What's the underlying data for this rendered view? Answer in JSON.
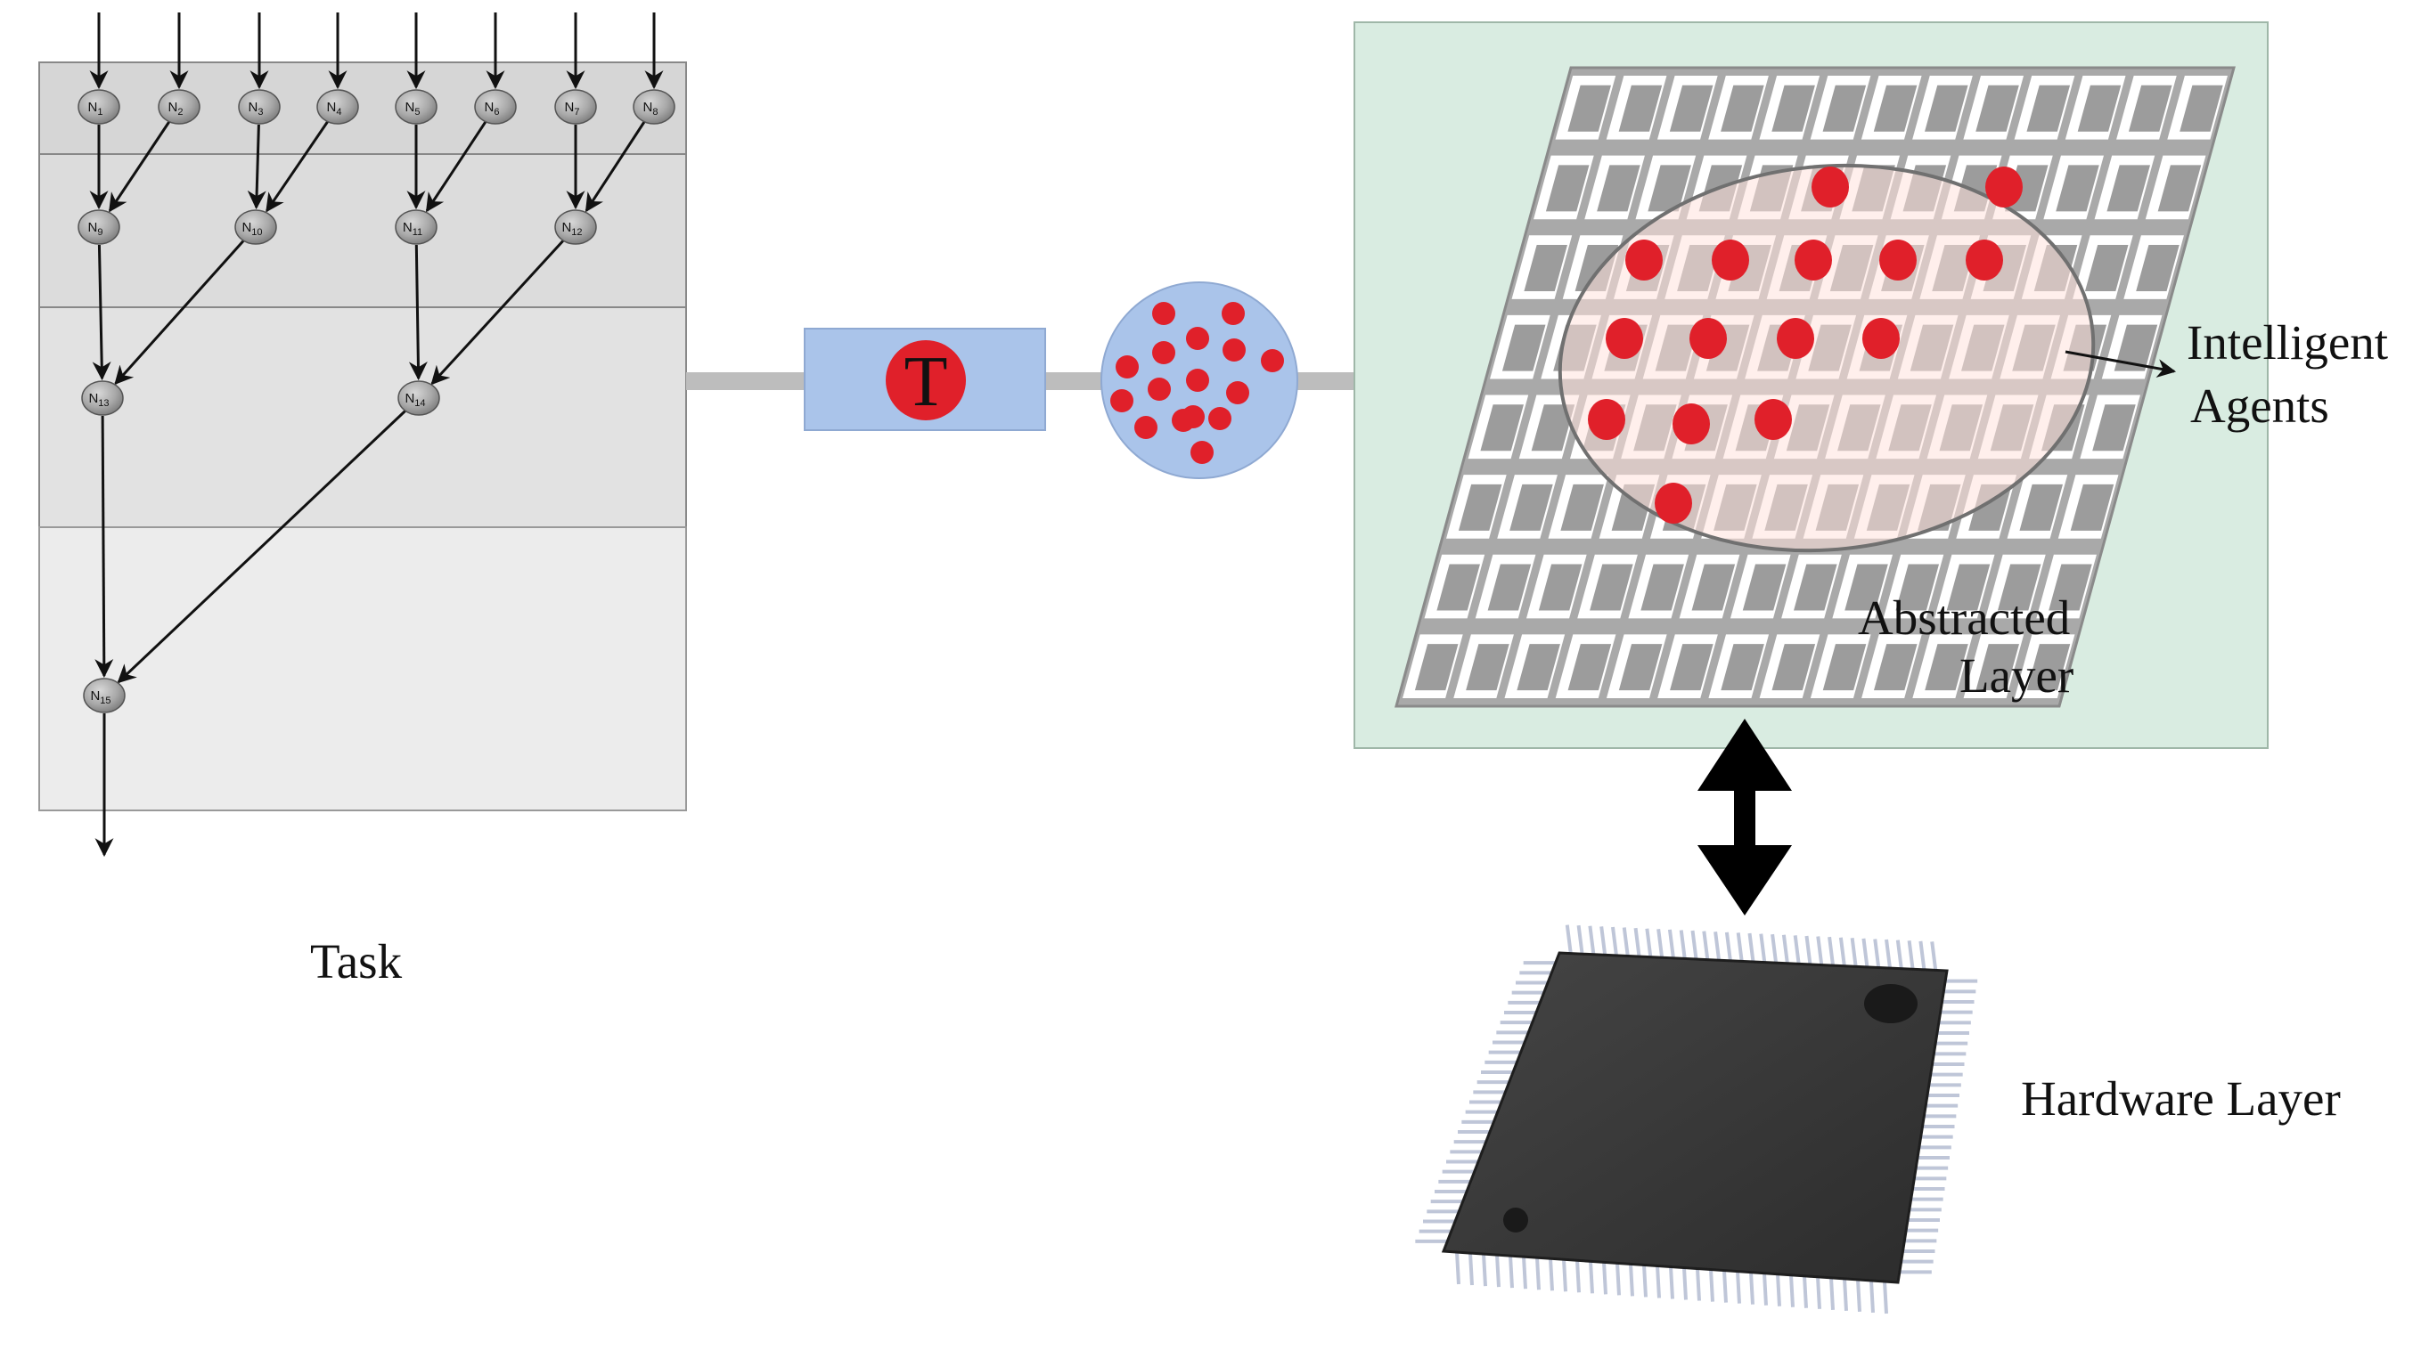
{
  "task_graph": {
    "nodes": [
      {
        "id": "N1",
        "base": "N",
        "sub": "1"
      },
      {
        "id": "N2",
        "base": "N",
        "sub": "2"
      },
      {
        "id": "N3",
        "base": "N",
        "sub": "3"
      },
      {
        "id": "N4",
        "base": "N",
        "sub": "4"
      },
      {
        "id": "N5",
        "base": "N",
        "sub": "5"
      },
      {
        "id": "N6",
        "base": "N",
        "sub": "6"
      },
      {
        "id": "N7",
        "base": "N",
        "sub": "7"
      },
      {
        "id": "N8",
        "base": "N",
        "sub": "8"
      },
      {
        "id": "N9",
        "base": "N",
        "sub": "9"
      },
      {
        "id": "N10",
        "base": "N",
        "sub": "10"
      },
      {
        "id": "N11",
        "base": "N",
        "sub": "11"
      },
      {
        "id": "N12",
        "base": "N",
        "sub": "12"
      },
      {
        "id": "N13",
        "base": "N",
        "sub": "13"
      },
      {
        "id": "N14",
        "base": "N",
        "sub": "14"
      },
      {
        "id": "N15",
        "base": "N",
        "sub": "15"
      }
    ],
    "edges": [
      [
        "N1",
        "N9"
      ],
      [
        "N2",
        "N9"
      ],
      [
        "N3",
        "N10"
      ],
      [
        "N4",
        "N10"
      ],
      [
        "N5",
        "N11"
      ],
      [
        "N6",
        "N11"
      ],
      [
        "N7",
        "N12"
      ],
      [
        "N8",
        "N12"
      ],
      [
        "N9",
        "N13"
      ],
      [
        "N10",
        "N13"
      ],
      [
        "N11",
        "N14"
      ],
      [
        "N12",
        "N14"
      ],
      [
        "N13",
        "N15"
      ],
      [
        "N14",
        "N15"
      ]
    ]
  },
  "labels": {
    "task": "Task",
    "transformer_symbol": "T",
    "intelligent_agents_line1": "Intelligent",
    "intelligent_agents_line2": "Agents",
    "abstracted_layer_line1": "Abstracted",
    "abstracted_layer_line2": "Layer",
    "hardware_layer": "Hardware Layer"
  },
  "colors": {
    "agent_red": "#e0202a",
    "cluster_fill": "#aac4ea",
    "transformer_box": "#aac4ea",
    "abstracted_bg": "#d9ece1",
    "mesh_gray": "#a9a9a9",
    "tile_gray": "#9a9a9a",
    "chip_body": "#3a3a3a",
    "connector_gray": "#bdbdbd"
  }
}
